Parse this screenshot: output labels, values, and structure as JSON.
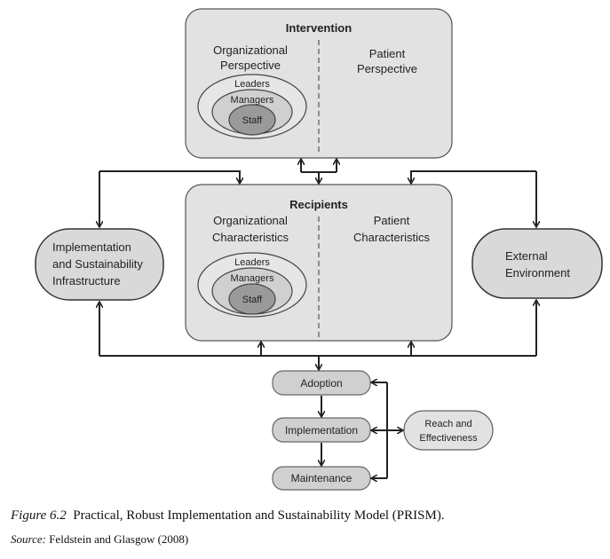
{
  "intervention": {
    "title": "Intervention",
    "org_perspective": [
      "Organizational",
      "Perspective"
    ],
    "patient_perspective": [
      "Patient",
      "Perspective"
    ],
    "levels": [
      "Leaders",
      "Managers",
      "Staff"
    ]
  },
  "recipients": {
    "title": "Recipients",
    "org_characteristics": [
      "Organizational",
      "Characteristics"
    ],
    "patient_characteristics": [
      "Patient",
      "Characteristics"
    ],
    "levels": [
      "Leaders",
      "Managers",
      "Staff"
    ]
  },
  "implementation_infrastructure": [
    "Implementation",
    "and Sustainability",
    "Infrastructure"
  ],
  "external_environment": [
    "External",
    "Environment"
  ],
  "stages": [
    "Adoption",
    "Implementation",
    "Maintenance"
  ],
  "reach": [
    "Reach and",
    "Effectiveness"
  ],
  "caption": {
    "figure_label": "Figure 6.2",
    "figure_text": "Practical, Robust Implementation and Sustainability Model (PRISM).",
    "source_label": "Source:",
    "source_text": "Feldstein and Glasgow (2008)"
  },
  "colors": {
    "box_fill": "#d9d9d9",
    "panel_fill": "#e2e2e2",
    "stroke": "#555555",
    "arrow": "#222222",
    "staff_fill": "#9a9a9a"
  }
}
